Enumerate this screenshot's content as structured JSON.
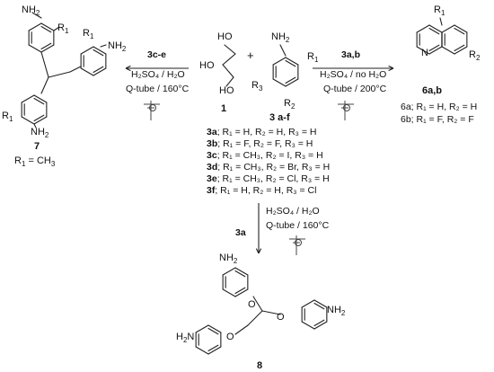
{
  "labels": {
    "nh2": "NH",
    "nh2_sub": "2",
    "oh": "HO",
    "r1": "R",
    "r1_sub": "1",
    "r2": "R",
    "r2_sub": "2",
    "r3": "R",
    "r3_sub": "3",
    "plus": "+",
    "o": "O",
    "n": "N",
    "h2n": "H",
    "h2n_sub": "2",
    "h2n_n": "N"
  },
  "compounds": {
    "c1": "1",
    "c3": "3 a-f",
    "c6": "6a,b",
    "c7": "7",
    "c8": "8",
    "c7_r1": "R",
    "c7_r1_sub": "1",
    "c7_r1_val": " = CH",
    "c7_r1_val_sub": "3"
  },
  "list3": [
    {
      "tag": "3a",
      "rest": "; R₁ = H, R₂ = H, R₃ = H"
    },
    {
      "tag": "3b",
      "rest": "; R₁ = F, R₂ = F, R₃ = H"
    },
    {
      "tag": "3c",
      "rest": "; R₁ = CH₃, R₂ = I, R₃ = H"
    },
    {
      "tag": "3d",
      "rest": "; R₁ = CH₃, R₂ = Br, R₃ = H"
    },
    {
      "tag": "3e",
      "rest": "; R₁ = CH₃, R₂ = Cl, R₃ = H"
    },
    {
      "tag": "3f",
      "rest": "; R₁ = H, R₂ = H, R₃ = Cl"
    }
  ],
  "list6": [
    "6a; R₁ = H, R₂ = H",
    "6b; R₁ = F, R₂ = F"
  ],
  "arrows": {
    "left": {
      "reagent": "3c-e",
      "cond1": "H₂SO₄ / H₂O",
      "cond2": "Q-tube / 160°C"
    },
    "right": {
      "reagent": "3a,b",
      "cond1": "H₂SO₄ / no H₂O",
      "cond2": "Q-tube / 200°C"
    },
    "down": {
      "reagent": "3a",
      "cond1": "H₂SO₄ / H₂O",
      "cond2": "Q-tube / 160°C"
    }
  }
}
